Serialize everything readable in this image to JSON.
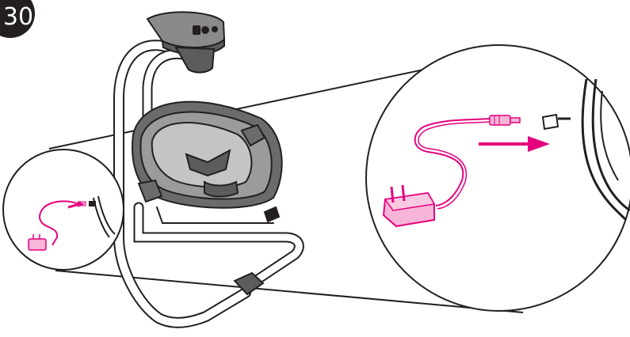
{
  "step": {
    "number": "30"
  },
  "colors": {
    "outline": "#231f20",
    "seat_gray": "#8a8a8a",
    "seat_light": "#c4c4c4",
    "seat_dark": "#5c5c5c",
    "highlight_magenta": "#e6007e",
    "adapter_pink": "#f7b5d8"
  },
  "illustration": {
    "subject": "baby-swing-with-power-adapter",
    "callouts": [
      "detail-small-left",
      "detail-large-right"
    ],
    "arrow_direction": "right"
  }
}
